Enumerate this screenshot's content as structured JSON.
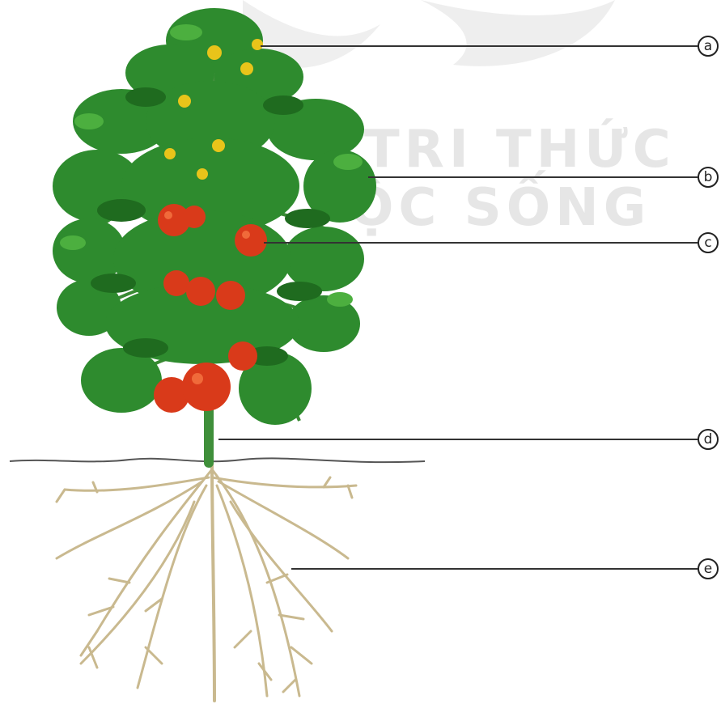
{
  "watermark": {
    "line1": "TRI THỨC",
    "line2": "ỘC SỐNG"
  },
  "labels": [
    {
      "id": "a",
      "text": "a",
      "part": "flower"
    },
    {
      "id": "b",
      "text": "b",
      "part": "leaf"
    },
    {
      "id": "c",
      "text": "c",
      "part": "fruit"
    },
    {
      "id": "d",
      "text": "d",
      "part": "stem"
    },
    {
      "id": "e",
      "text": "e",
      "part": "root"
    }
  ],
  "colors": {
    "leaf": "#2e8b2e",
    "leaf_dark": "#1f6b1f",
    "fruit": "#d93a1a",
    "flower": "#e8c41a",
    "stem": "#3f8f3a",
    "root": "#c9b98f",
    "soil_line": "#555555",
    "leader_line": "#333333"
  }
}
